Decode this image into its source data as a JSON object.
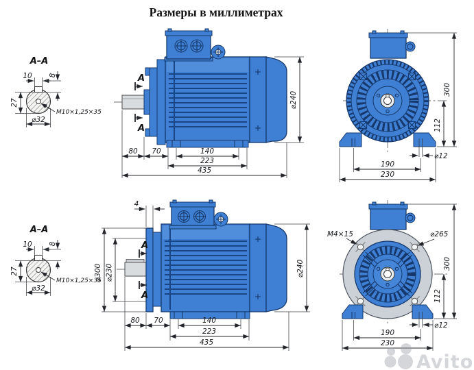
{
  "title": "Размеры в миллиметрах",
  "watermark": {
    "brand": "Avito"
  },
  "colors": {
    "motor_blue": "#3f80d4",
    "motor_dark": "#16386b",
    "fin_line": "#1a4584",
    "flange_gray": "#ccd1d7",
    "shaft_gray": "#d9dcdf",
    "dim_line": "#23252a",
    "paper": "#ffffff",
    "watermark_gray": "#9aa0a6"
  },
  "section_top": {
    "label": "A–A",
    "keyway_width": "10",
    "keyway_depth": "8",
    "key_height": "27",
    "shaft_dia": "⌀32",
    "thread": "M10×1,25×35"
  },
  "section_bottom": {
    "label": "A–A",
    "keyway_width": "10",
    "keyway_depth": "8",
    "key_height": "27",
    "shaft_dia": "⌀32",
    "thread": "M10×1,25×35"
  },
  "side_top": {
    "cut_mark": "A",
    "body_dia": "⌀240",
    "shaft_len": "80",
    "front_len": "70",
    "foot_span": "140",
    "foot_len": "223",
    "total_len": "435"
  },
  "front_top": {
    "height": "300",
    "axis_height": "112",
    "foot_hole_dia": "⌀12",
    "foot_hole_span": "190",
    "foot_width": "230"
  },
  "side_bottom": {
    "cut_mark": "A",
    "flange_thk": "4",
    "flange_dia": "⌀300",
    "spigot_dia": "⌀230",
    "body_dia": "⌀240",
    "shaft_len": "80",
    "front_len": "70",
    "foot_span": "140",
    "foot_len": "223",
    "total_len": "435"
  },
  "front_bottom": {
    "flange_holes": "M4×15",
    "bolt_circle_dia": "⌀265",
    "height": "300",
    "axis_height": "112",
    "foot_hole_dia": "⌀12",
    "foot_hole_span": "190",
    "foot_width": "230"
  }
}
